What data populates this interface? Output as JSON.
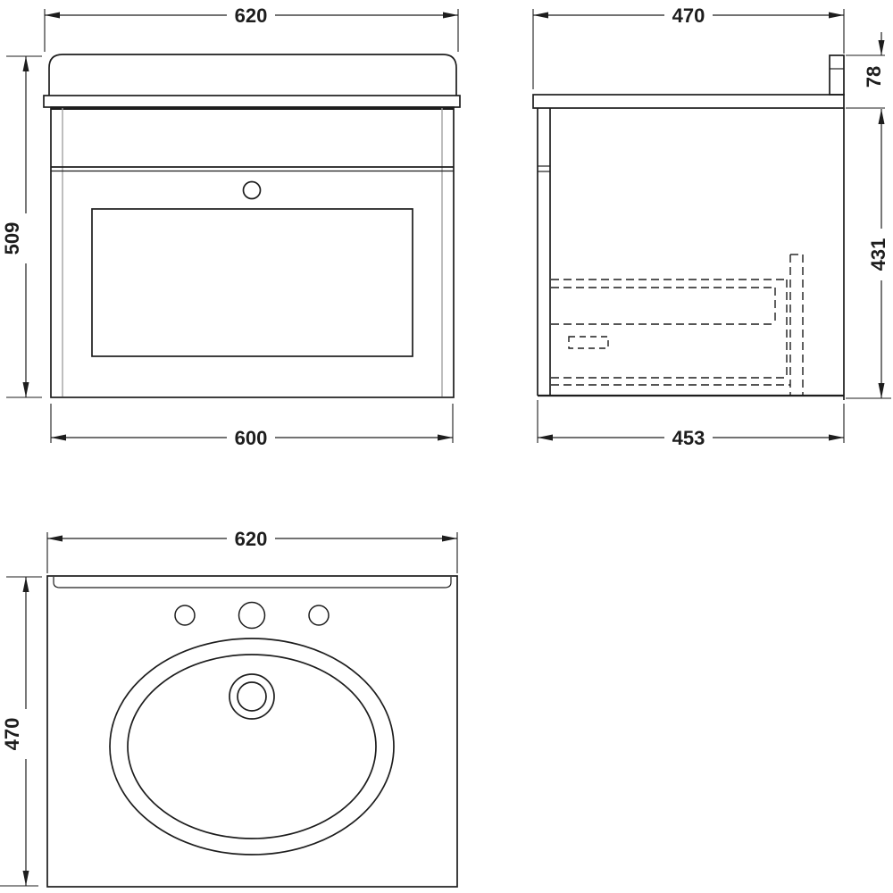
{
  "colors": {
    "line": "#1d1d1d",
    "panel_line": "#a3a3a3",
    "background": "#ffffff"
  },
  "front_view": {
    "top_width_mm": "620",
    "left_height_mm": "509",
    "bottom_width_mm": "600"
  },
  "side_view": {
    "top_depth_mm": "470",
    "worktop_height_mm": "78",
    "cabinet_height_mm": "431",
    "bottom_depth_mm": "453"
  },
  "plan_view": {
    "top_width_mm": "620",
    "left_depth_mm": "470"
  }
}
